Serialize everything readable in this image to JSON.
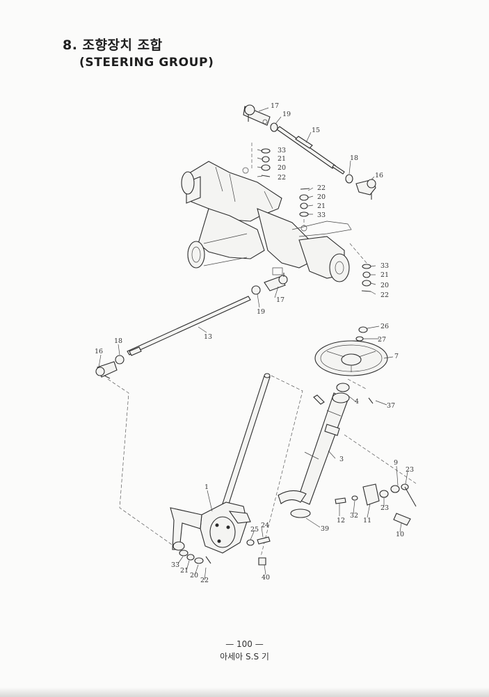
{
  "header": {
    "title": "8. 조향장치 조합",
    "subtitle": "(STEERING GROUP)"
  },
  "callouts": [
    "17",
    "19",
    "15",
    "33",
    "21",
    "20",
    "22",
    "18",
    "16",
    "22",
    "20",
    "21",
    "33",
    "33",
    "21",
    "20",
    "22",
    "17",
    "19",
    "13",
    "18",
    "16",
    "26",
    "27",
    "7",
    "4",
    "37",
    "3",
    "9",
    "23",
    "1",
    "25",
    "24",
    "12",
    "32",
    "11",
    "23",
    "39",
    "10",
    "33",
    "21",
    "20",
    "22",
    "40"
  ],
  "footer": {
    "page_number": "— 100 —",
    "text": "아세아 S.S 기"
  }
}
